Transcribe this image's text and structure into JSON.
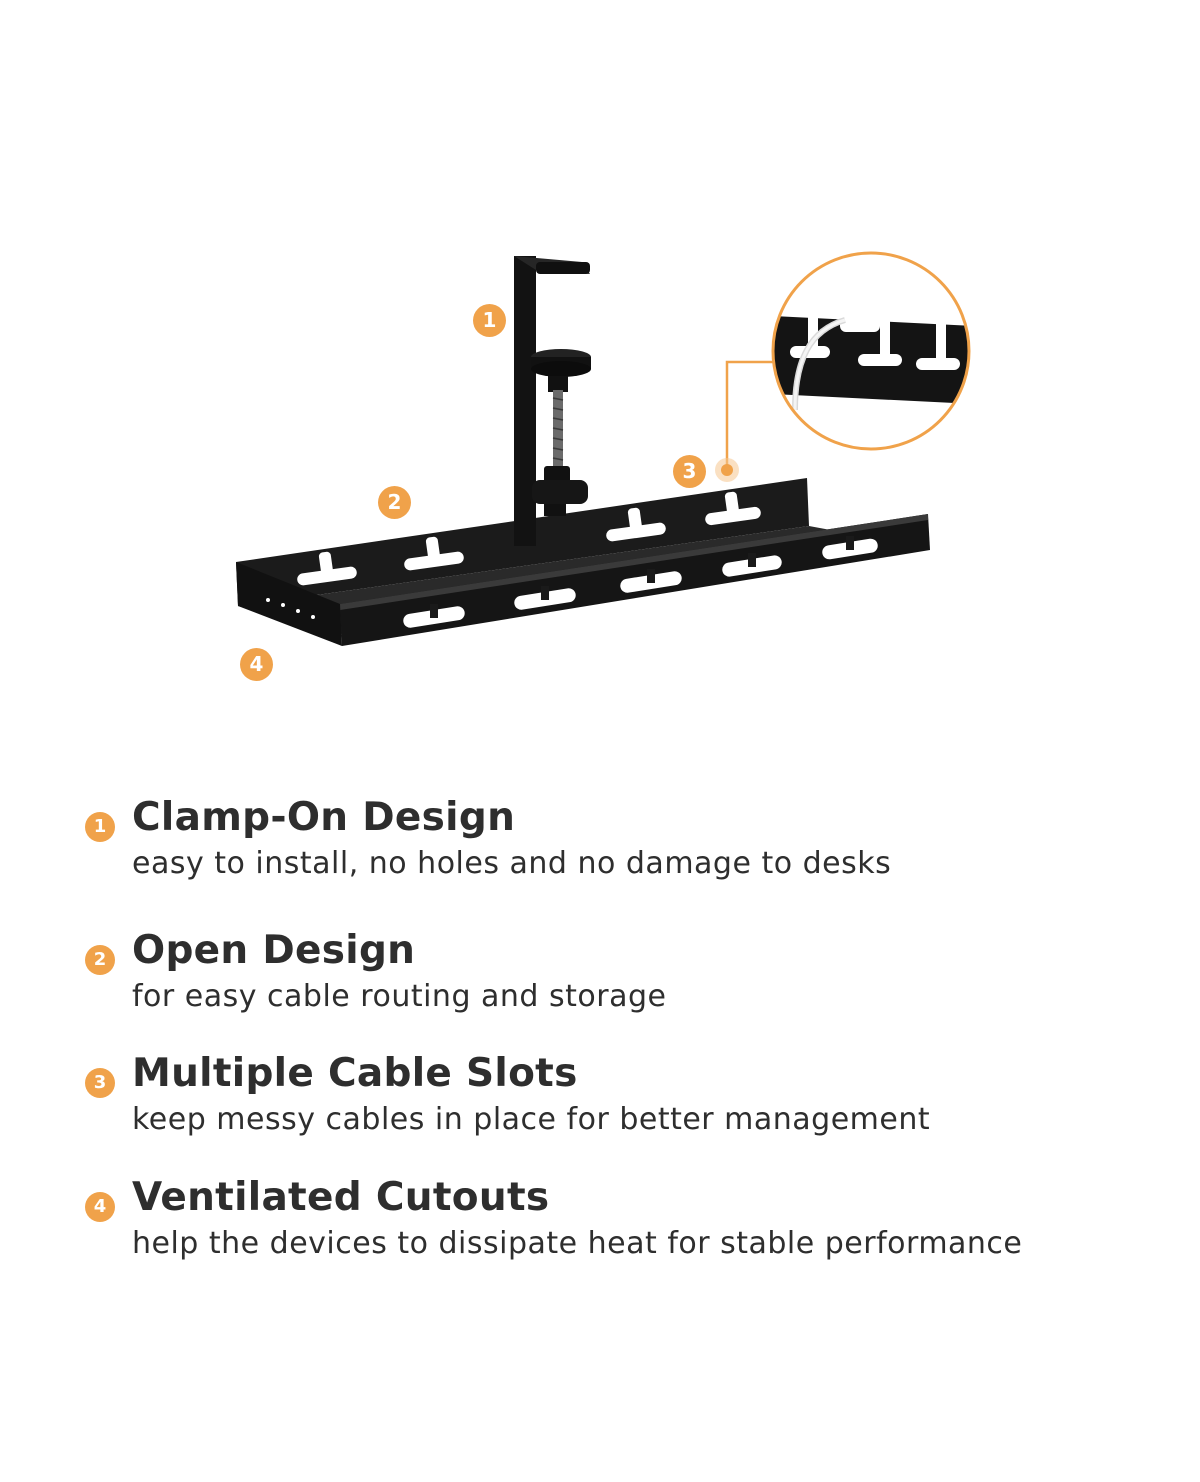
{
  "accent_color": "#f0a24a",
  "product_colors": {
    "metal": "#161616",
    "highlight": "#3a3a3a"
  },
  "markers": [
    {
      "label": "1"
    },
    {
      "label": "2"
    },
    {
      "label": "3"
    },
    {
      "label": "4"
    }
  ],
  "features": [
    {
      "number": "1",
      "title": "Clamp-On Design",
      "description": "easy to install, no holes and no damage to desks"
    },
    {
      "number": "2",
      "title": "Open Design",
      "description": "for easy cable routing and storage"
    },
    {
      "number": "3",
      "title": "Multiple Cable Slots",
      "description": "keep messy cables in place for better management"
    },
    {
      "number": "4",
      "title": "Ventilated Cutouts",
      "description": "help the devices to dissipate heat for stable performance"
    }
  ]
}
